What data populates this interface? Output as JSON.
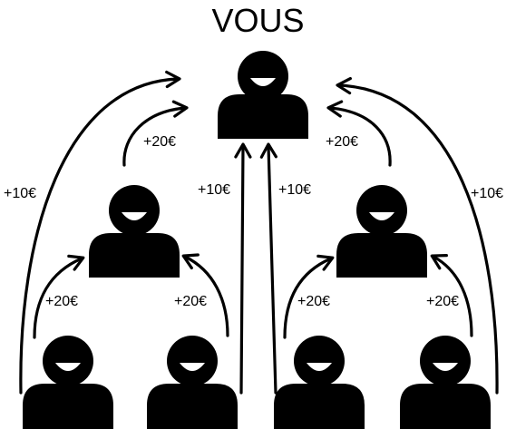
{
  "diagram": {
    "title": "VOUS",
    "colors": {
      "ink": "#000000",
      "background": "#ffffff"
    },
    "people": [
      {
        "id": "vous",
        "level": 0
      },
      {
        "id": "filleul-gauche",
        "level": 1
      },
      {
        "id": "filleul-droite",
        "level": 1
      },
      {
        "id": "filleul-gauche-1",
        "level": 2
      },
      {
        "id": "filleul-gauche-2",
        "level": 2
      },
      {
        "id": "filleul-droite-1",
        "level": 2
      },
      {
        "id": "filleul-droite-2",
        "level": 2
      }
    ],
    "labels": {
      "direct_left": "+20€",
      "direct_right": "+20€",
      "indirect_outer_left": "+10€",
      "indirect_inner_left": "+10€",
      "indirect_inner_right": "+10€",
      "indirect_outer_right": "+10€",
      "sub_left_1": "+20€",
      "sub_left_2": "+20€",
      "sub_right_1": "+20€",
      "sub_right_2": "+20€"
    }
  }
}
